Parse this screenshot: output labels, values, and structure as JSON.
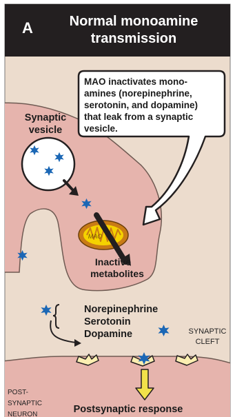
{
  "panel": {
    "letter": "A",
    "title_line1": "Normal monoamine",
    "title_line2": "transmission"
  },
  "callout": {
    "lines": [
      "MAO inactivates mono-",
      "amines (norepinephrine,",
      "serotonin, and dopamine)",
      "that leak from a synaptic",
      "vesicle."
    ]
  },
  "labels": {
    "synaptic_vesicle_1": "Synaptic",
    "synaptic_vesicle_2": "vesicle",
    "mao": "MAO",
    "inactive_1": "Inactive",
    "inactive_2": "metabolites",
    "neurotransmitters": [
      "Norepinephrine",
      "Serotonin",
      "Dopamine"
    ],
    "synaptic_cleft_1": "SYNAPTIC",
    "synaptic_cleft_2": "CLEFT",
    "post_1": "POST-",
    "post_2": "SYNAPTIC",
    "post_3": "NEURON",
    "response": "Postsynaptic response"
  },
  "colors": {
    "background": "#ecdccd",
    "neuron": "#e6b4ad",
    "neuron_outline": "#6e5a52",
    "title_bar": "#231f20",
    "molecule": "#1b67b5",
    "mito_outer": "#c97b16",
    "mito_inner": "#f5d200",
    "receptor": "#fbeeb1",
    "response_arrow": "#f2e14a"
  }
}
